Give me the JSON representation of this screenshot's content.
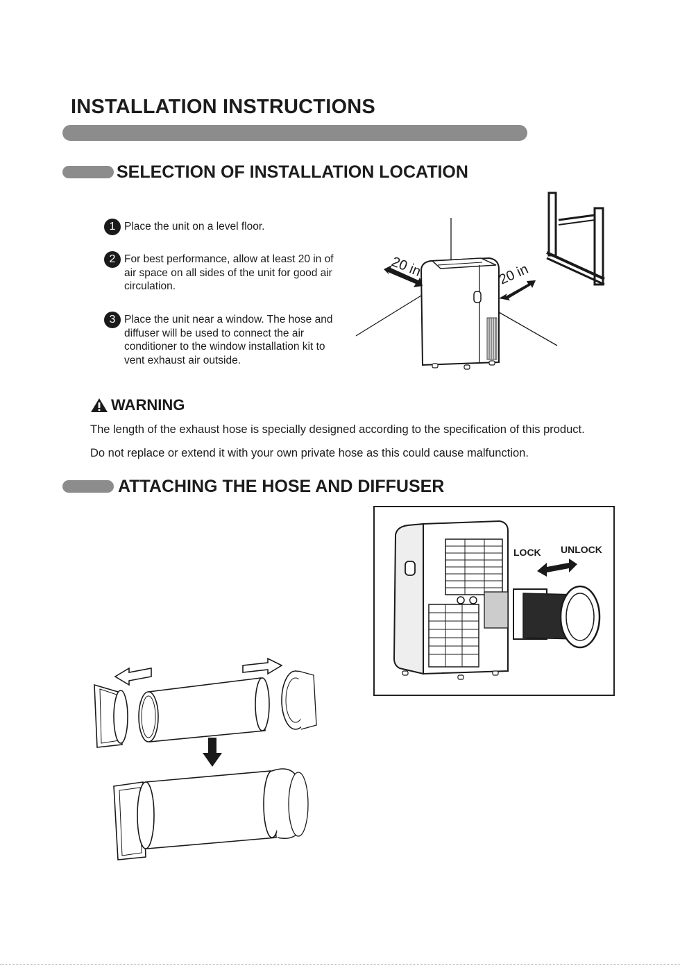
{
  "page": {
    "title": "INSTALLATION INSTRUCTIONS"
  },
  "section1": {
    "heading": "SELECTION  OF  INSTALLATION  LOCATION",
    "steps": [
      {
        "num": "1",
        "text": "Place the unit on a level floor."
      },
      {
        "num": "2",
        "text": "For best performance, allow at least 20 in of air space on all sides of the unit for good air circulation."
      },
      {
        "num": "3",
        "text": "Place the unit near a window. The hose and diffuser will be used to connect the air conditioner to the window installation kit to vent exhaust air outside."
      }
    ],
    "figure": {
      "clearance_left": "20 in",
      "clearance_right": "20 in"
    }
  },
  "warning": {
    "title": "WARNING",
    "lines": [
      "The length of the exhaust hose is specially designed according to the specification of this product.",
      "Do not replace or extend it with your own private hose as this could cause malfunction."
    ]
  },
  "section2": {
    "heading": "ATTACHING THE HOSE AND DIFFUSER",
    "figure": {
      "lock_label": "LOCK",
      "unlock_label": "UNLOCK"
    }
  },
  "icons": {
    "warning": "warning-triangle-icon"
  }
}
